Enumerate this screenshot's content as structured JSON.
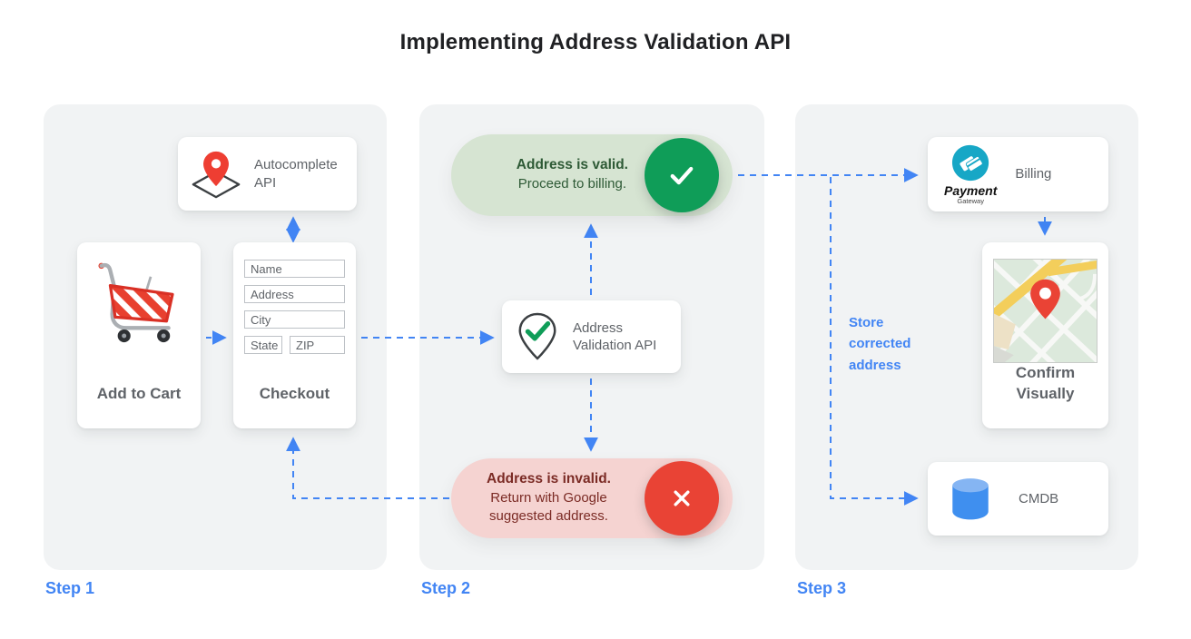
{
  "title": "Implementing Address Validation API",
  "step_labels": [
    "Step 1",
    "Step 2",
    "Step 3"
  ],
  "step1": {
    "autocomplete": {
      "label": "Autocomplete API"
    },
    "add_to_cart": {
      "label": "Add to Cart"
    },
    "checkout": {
      "label": "Checkout",
      "fields": [
        "Name",
        "Address",
        "City",
        "State",
        "ZIP"
      ]
    }
  },
  "step2": {
    "valid": {
      "title": "Address is valid.",
      "subtitle": "Proceed to billing."
    },
    "validation_api": {
      "label": "Address Validation API"
    },
    "invalid": {
      "title": "Address is invalid.",
      "subtitle": "Return with Google suggested address."
    }
  },
  "step3": {
    "billing": {
      "label": "Billing",
      "logo_title": "Payment",
      "logo_subtitle": "Gateway"
    },
    "confirm": {
      "label": "Confirm Visually"
    },
    "cmdb": {
      "label": "CMDB"
    },
    "note": "Store corrected address"
  },
  "colors": {
    "accent_blue": "#4285F4",
    "success_green": "#0F9D58",
    "valid_pill_bg": "#D6E4D2",
    "valid_text": "#2E5A36",
    "error_red": "#E94335",
    "invalid_pill_bg": "#F5D3D1",
    "invalid_text": "#7B2B25",
    "panel_bg": "#F1F3F4",
    "gray_text": "#5F6368",
    "payment_teal": "#17A7C6"
  }
}
